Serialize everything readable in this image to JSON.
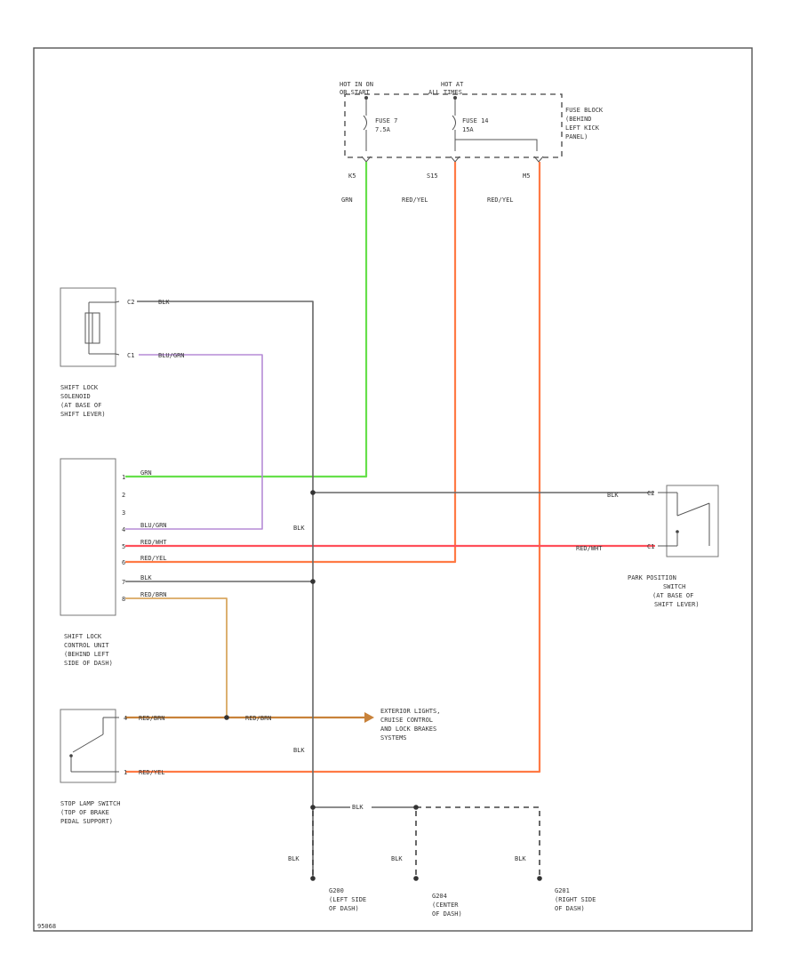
{
  "colors": {
    "grn": "#66e04a",
    "red_yel": "#ff7a45",
    "red_wht": "#ff4f5a",
    "blu_grn": "#b58bd6",
    "red_brn": "#c8823a",
    "red_brn_tan": "#d9a860",
    "blk": "#666666"
  },
  "fuse_block": {
    "hot_run_line1": "HOT IN ON",
    "hot_run_line2": "OR START",
    "hot_all_line1": "HOT AT",
    "hot_all_line2": "ALL TIMES",
    "fuse7_name": "FUSE 7",
    "fuse7_rating": "7.5A",
    "fuse14_name": "FUSE 14",
    "fuse14_rating": "15A",
    "label_line1": "FUSE BLOCK",
    "label_line2": "(BEHIND",
    "label_line3": "LEFT KICK",
    "label_line4": "PANEL)",
    "circuit_left": "K5",
    "circuit_mid": "S15",
    "circuit_right": "M5",
    "wire_grn": "GRN",
    "wire_redyel_1": "RED/YEL",
    "wire_redyel_2": "RED/YEL"
  },
  "solenoid": {
    "pin_c2": "C2",
    "pin_c1": "C1",
    "wire_top": "BLK",
    "wire_bottom": "BLU/GRN",
    "label_line1": "SHIFT LOCK",
    "label_line2": "SOLENOID",
    "label_line3": "(AT BASE OF",
    "label_line4": "SHIFT LEVER)"
  },
  "control_unit": {
    "pins": [
      "1",
      "2",
      "3",
      "4",
      "5",
      "6",
      "7",
      "8"
    ],
    "wires": [
      "GRN",
      "",
      "",
      "BLU/GRN",
      "RED/WHT",
      "RED/YEL",
      "BLK",
      "RED/BRN"
    ],
    "label_line1": "SHIFT LOCK",
    "label_line2": "CONTROL UNIT",
    "label_line3": "(BEHIND LEFT",
    "label_line4": "SIDE OF DASH)"
  },
  "park_switch": {
    "pin_upper": "C2",
    "pin_lower": "C1",
    "wire_upper": "BLK",
    "wire_lower": "RED/WHT",
    "label_line1": "PARK POSITION",
    "label_line2": "SWITCH",
    "label_line3": "(AT BASE OF",
    "label_line4": "SHIFT LEVER)"
  },
  "stop_switch": {
    "pin_upper": "4",
    "pin_lower": "1",
    "wire_upper": "RED/BRN",
    "wire_lower": "RED/YEL",
    "label_line1": "STOP LAMP SWITCH",
    "label_line2": "(TOP OF BRAKE",
    "label_line3": "PEDAL SUPPORT)"
  },
  "exterior": {
    "wire": "RED/BRN",
    "label_line1": "EXTERIOR LIGHTS,",
    "label_line2": "CRUISE CONTROL",
    "label_line3": "AND LOCK BRAKES",
    "label_line4": "SYSTEMS"
  },
  "ground_bus": {
    "wire_mid_1": "BLK",
    "wire_mid_2": "BLK",
    "wire_bus": "BLK",
    "wire_g200": "BLK",
    "wire_g204": "BLK",
    "wire_g201": "BLK"
  },
  "grounds": {
    "g200_name": "G200",
    "g200_line1": "(LEFT SIDE",
    "g200_line2": "OF DASH)",
    "g204_name": "G204",
    "g204_line1": "(CENTER",
    "g204_line2": "OF DASH)",
    "g201_name": "G201",
    "g201_line1": "(RIGHT SIDE",
    "g201_line2": "OF DASH)"
  },
  "footer_code": "95068"
}
